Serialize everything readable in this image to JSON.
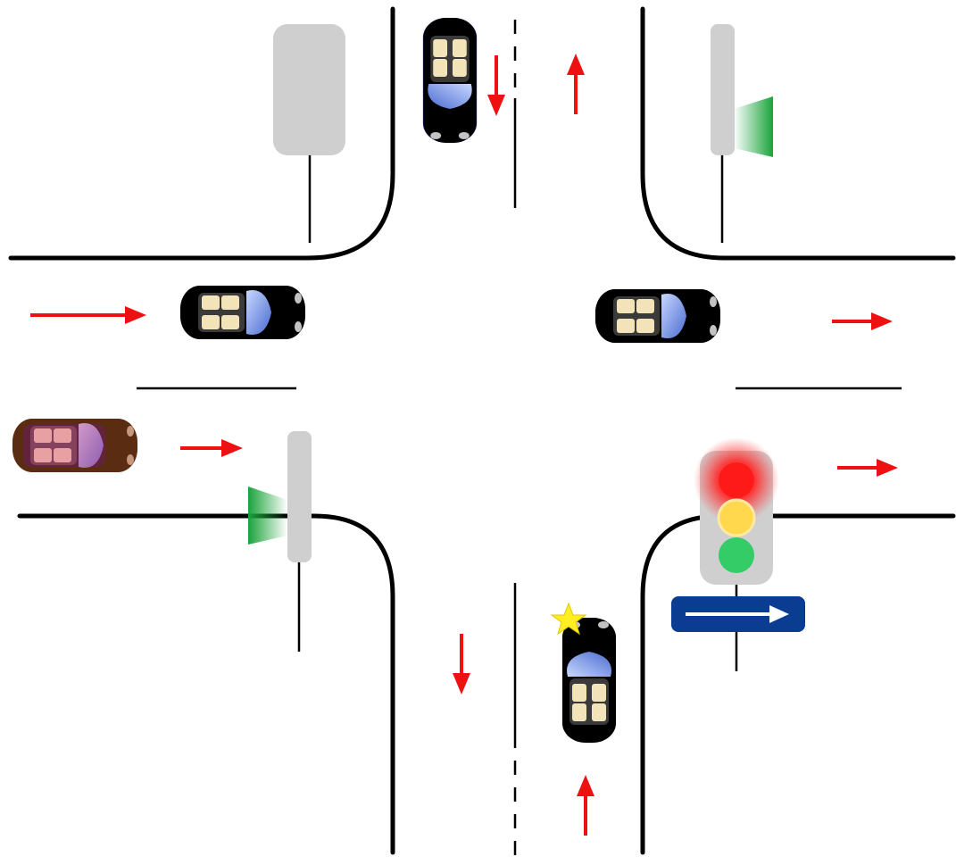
{
  "scene": {
    "background": "#ffffff",
    "road_edge_color": "#000000",
    "arrow_color": "#ee1111"
  },
  "vehicles": [
    {
      "id": "car-north-lane-southbound",
      "body_color": "#0d2b8a",
      "heading": "south"
    },
    {
      "id": "car-west-lane-eastbound-upper",
      "body_color": "#1f8a12",
      "heading": "east"
    },
    {
      "id": "car-west-lane-eastbound-lower",
      "body_color": "#c9652a",
      "accent_color": "#e44a9a",
      "heading": "east"
    },
    {
      "id": "car-east-lane-eastbound",
      "body_color": "#1a1a1a",
      "heading": "east"
    },
    {
      "id": "car-south-lane-northbound-marked",
      "body_color": "#23851a",
      "heading": "north",
      "marker": "star",
      "marker_color": "#ffee22"
    }
  ],
  "traffic_lights": {
    "main": {
      "lit": "red",
      "red": "#ff1a1a",
      "yellow": "#ffd84d",
      "green": "#33cc66",
      "housing": "#cfcfcf"
    },
    "side_signals": [
      {
        "id": "northeast-signal",
        "lit": "green",
        "color": "#1aa33a"
      },
      {
        "id": "southwest-signal",
        "lit": "green",
        "color": "#1aa33a"
      },
      {
        "id": "northwest-signal",
        "lit": "none"
      }
    ]
  },
  "signs": [
    {
      "id": "one-way-sign",
      "type": "one-way",
      "direction": "right",
      "color": "#0a3d91"
    }
  ]
}
